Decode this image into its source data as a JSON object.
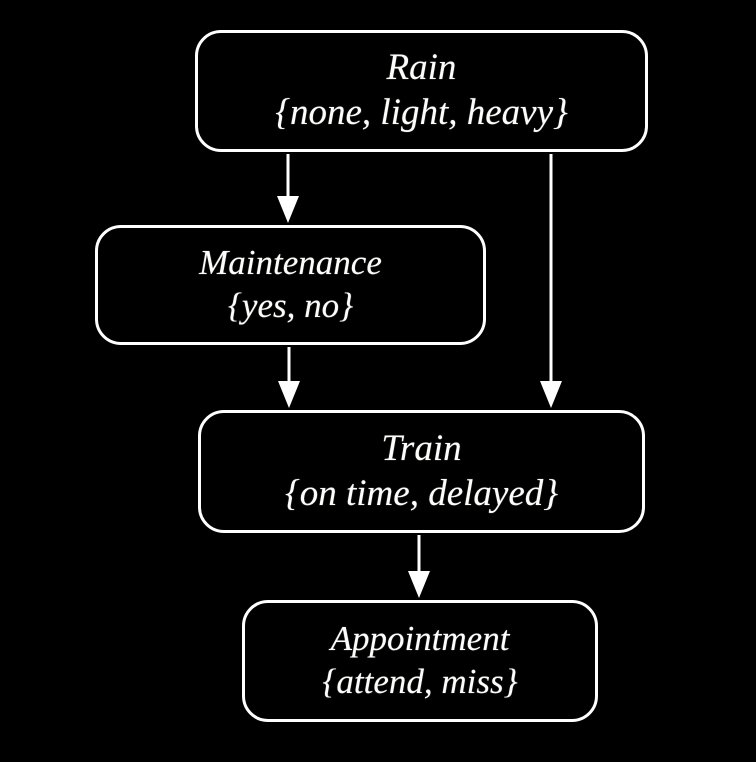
{
  "diagram": {
    "type": "directed-acyclic-graph",
    "title": "",
    "background_color": "#000000",
    "node_border_color": "#ffffff",
    "node_fill_color": "#000000",
    "text_color": "#fdfdfb",
    "edge_color": "#ffffff",
    "nodes": [
      {
        "id": "rain",
        "name": "Rain",
        "states_text": "{none, light, heavy}",
        "states": [
          "none",
          "light",
          "heavy"
        ]
      },
      {
        "id": "maintenance",
        "name": "Maintenance",
        "states_text": "{yes, no}",
        "states": [
          "yes",
          "no"
        ]
      },
      {
        "id": "train",
        "name": "Train",
        "states_text": "{on time, delayed}",
        "states": [
          "on time",
          "delayed"
        ]
      },
      {
        "id": "appointment",
        "name": "Appointment",
        "states_text": "{attend, miss}",
        "states": [
          "attend",
          "miss"
        ]
      }
    ],
    "edges": [
      {
        "id": "rain-to-maintenance",
        "from": "Rain",
        "to": "Maintenance",
        "label": ""
      },
      {
        "id": "rain-to-train",
        "from": "Rain",
        "to": "Train",
        "label": ""
      },
      {
        "id": "maintenance-to-train",
        "from": "Maintenance",
        "to": "Train",
        "label": ""
      },
      {
        "id": "train-to-appointment",
        "from": "Train",
        "to": "Appointment",
        "label": ""
      }
    ]
  }
}
